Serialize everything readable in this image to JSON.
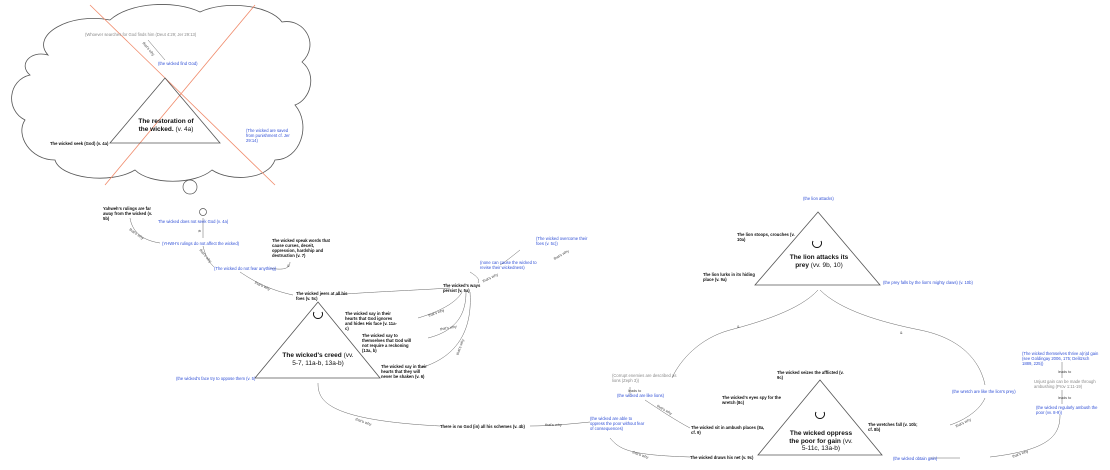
{
  "colors": {
    "text": "#111111",
    "blue": "#2f4fd6",
    "gray": "#8a8a8a",
    "cross": "#f08a6a",
    "line": "#666666"
  },
  "bubble": {
    "quote": "(Whoever searches for God finds him (Deut 4:29; Jer 29:13)",
    "finds": "(the wicked find God)",
    "title": "The restoration of the wicked.",
    "ref": "(v. 4a)",
    "left": "The wicked seek (God) (v. 4a)",
    "right": "(The wicked are saved from punishment cf. Jer 29:14)"
  },
  "creed": {
    "top_left": "Yahweh's rulings are far away from the wicked (v. 5b)",
    "not_seek": "The wicked does not seek God (v. 4a)",
    "rulings": "(YHWH's rulings do not affect the wicked)",
    "words": "The wicked speak words that cause curses, deceit, oppression, hardship and destruction (v. 7)",
    "no_fear": "(The wicked do not fear anything)",
    "jeers": "The wicked jeers at all his foes (v. 5c)",
    "overcome": "(The wicked overcome their foes (v. 5c))",
    "none_cause": "(none can cause the wicked to revise their wickedness)",
    "ways_persist": "The wicked's ways persist (v. 5a)",
    "ignores": "The wicked say in their hearts that God ignores and hides His face (v. 11a-c)",
    "no_reckoning": "The wicked say to themselves that God will not require a reckoning (13a, b)",
    "never_shaken": "The wicked say in their hearts that they will never be shaken (v. 6)",
    "title": "The wicked's creed",
    "ref": "(vv. 5-7, 11a-b, 13a-b)",
    "face": "(the wicked's face try to oppose them (v. 5)",
    "no_god": "There is no God (in) all his schemes (v. 4b)",
    "also_oppress": "(the wicked are able to oppress the poor without fear of consequences)",
    "net": "The wicked draws his net (v. 9c)"
  },
  "lion": {
    "attacks": "(the lion attacks)",
    "stoops": "The lion stoops, crouches (v. 10a)",
    "title": "The lion attacks its prey",
    "ref": "(vv. 9b, 10)",
    "lurks": "The lion lurks in its hiding place (v. 9a)",
    "prey_falls": "(the prey falls by the lion's mighty claws) (v. 10b)"
  },
  "oppress": {
    "corrupt": "(Corrupt enemies are described as lions (Zeph 3))",
    "like_lions": "(the wicked are like lions)",
    "seizes": "The wicked seizes the afflicted (v. 9c)",
    "eyes": "The wicked's eyes spy for the wretch (8c)",
    "wretch_lion": "(the wretch are like the lion's prey)",
    "ambush": "The wicked sit in ambush places (8a, cf. 9)",
    "wretches_fall": "The wretches fall (v. 10b; cf. 8b)",
    "title": "The wicked oppress the poor for gain",
    "ref": "(vv. 5-11c, 13a-b)",
    "they_gain": "(the wicked obtain gain)",
    "enrich": "(The wicked themselves thrive a(n)d gain (see Goldingay 2006, 175; Delitzsch 1889, 225))",
    "unjust_gain": "Unjust gain can be made through ambushing (Prov 1:11-19)",
    "ambush_poor": "(the wicked regularly ambush the poor (vv. 8-9))"
  },
  "edges": {
    "thats_why": "that's why",
    "and": "&",
    "leads_to": "leads to"
  }
}
